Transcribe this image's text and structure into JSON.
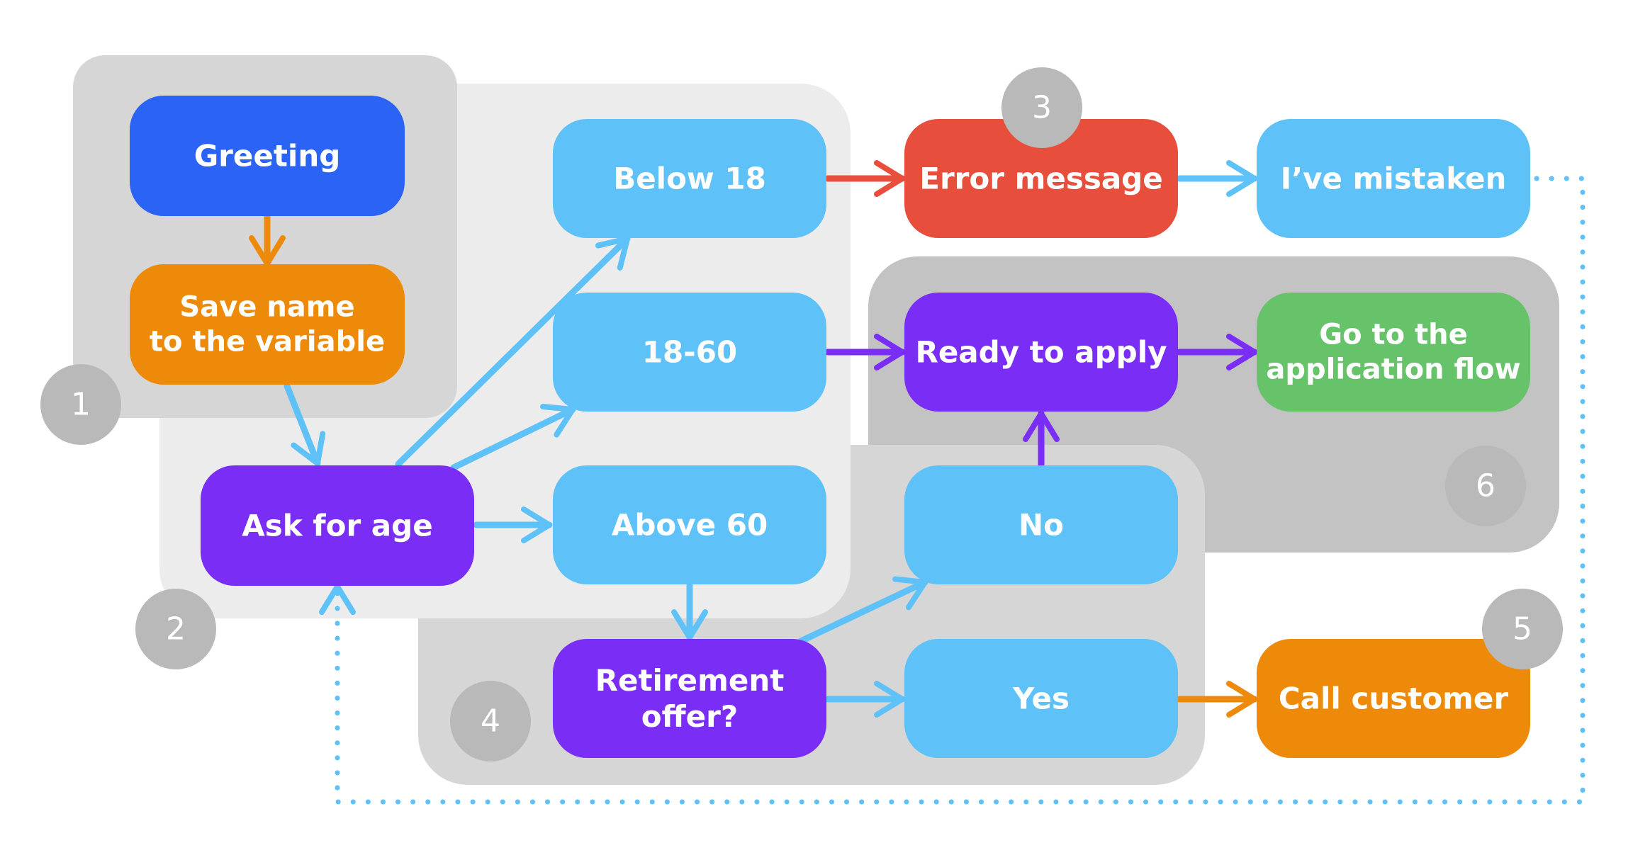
{
  "colors": {
    "group_dark": "#c3c3c3",
    "group_mid": "#d6d6d6",
    "group_light": "#ececec",
    "blue": "#2b63f5",
    "orange": "#ee8a09",
    "purple": "#7a2df5",
    "light_blue": "#5ec1f7",
    "red": "#e74e3b",
    "green": "#66c369",
    "badge": "#b9b9b9",
    "dotted_line": "#5ec1f7"
  },
  "nodes": [
    {
      "id": "greeting",
      "lines": [
        "Greeting"
      ],
      "color": "blue"
    },
    {
      "id": "save-name",
      "lines": [
        "Save name",
        "to the variable"
      ],
      "color": "orange"
    },
    {
      "id": "ask-age",
      "lines": [
        "Ask for age"
      ],
      "color": "purple"
    },
    {
      "id": "below-18",
      "lines": [
        "Below 18"
      ],
      "color": "light_blue"
    },
    {
      "id": "18-60",
      "lines": [
        "18-60"
      ],
      "color": "light_blue"
    },
    {
      "id": "above-60",
      "lines": [
        "Above 60"
      ],
      "color": "light_blue"
    },
    {
      "id": "retirement",
      "lines": [
        "Retirement",
        "offer?"
      ],
      "color": "purple"
    },
    {
      "id": "error",
      "lines": [
        "Error message"
      ],
      "color": "red"
    },
    {
      "id": "mistaken",
      "lines": [
        "I’ve mistaken"
      ],
      "color": "light_blue"
    },
    {
      "id": "ready",
      "lines": [
        "Ready to apply"
      ],
      "color": "purple"
    },
    {
      "id": "app-flow",
      "lines": [
        "Go to the",
        "application flow"
      ],
      "color": "green"
    },
    {
      "id": "no",
      "lines": [
        "No"
      ],
      "color": "light_blue"
    },
    {
      "id": "yes",
      "lines": [
        "Yes"
      ],
      "color": "light_blue"
    },
    {
      "id": "call",
      "lines": [
        "Call customer"
      ],
      "color": "orange"
    }
  ],
  "badges": [
    {
      "id": "badge-1",
      "label": "1"
    },
    {
      "id": "badge-2",
      "label": "2"
    },
    {
      "id": "badge-3",
      "label": "3"
    },
    {
      "id": "badge-4",
      "label": "4"
    },
    {
      "id": "badge-5",
      "label": "5"
    },
    {
      "id": "badge-6",
      "label": "6"
    }
  ],
  "edges": [
    {
      "from": "greeting",
      "to": "save-name",
      "color": "orange"
    },
    {
      "from": "save-name",
      "to": "ask-age",
      "color": "light_blue"
    },
    {
      "from": "ask-age",
      "to": "below-18",
      "color": "light_blue"
    },
    {
      "from": "ask-age",
      "to": "18-60",
      "color": "light_blue"
    },
    {
      "from": "ask-age",
      "to": "above-60",
      "color": "light_blue"
    },
    {
      "from": "below-18",
      "to": "error",
      "color": "red"
    },
    {
      "from": "error",
      "to": "mistaken",
      "color": "light_blue"
    },
    {
      "from": "18-60",
      "to": "ready",
      "color": "purple"
    },
    {
      "from": "ready",
      "to": "app-flow",
      "color": "purple"
    },
    {
      "from": "above-60",
      "to": "retirement",
      "color": "light_blue"
    },
    {
      "from": "retirement",
      "to": "no",
      "color": "light_blue"
    },
    {
      "from": "retirement",
      "to": "yes",
      "color": "light_blue"
    },
    {
      "from": "no",
      "to": "ready",
      "color": "purple"
    },
    {
      "from": "yes",
      "to": "call",
      "color": "orange"
    },
    {
      "from": "mistaken",
      "to": "ask-age",
      "color": "light_blue",
      "style": "dotted"
    }
  ]
}
